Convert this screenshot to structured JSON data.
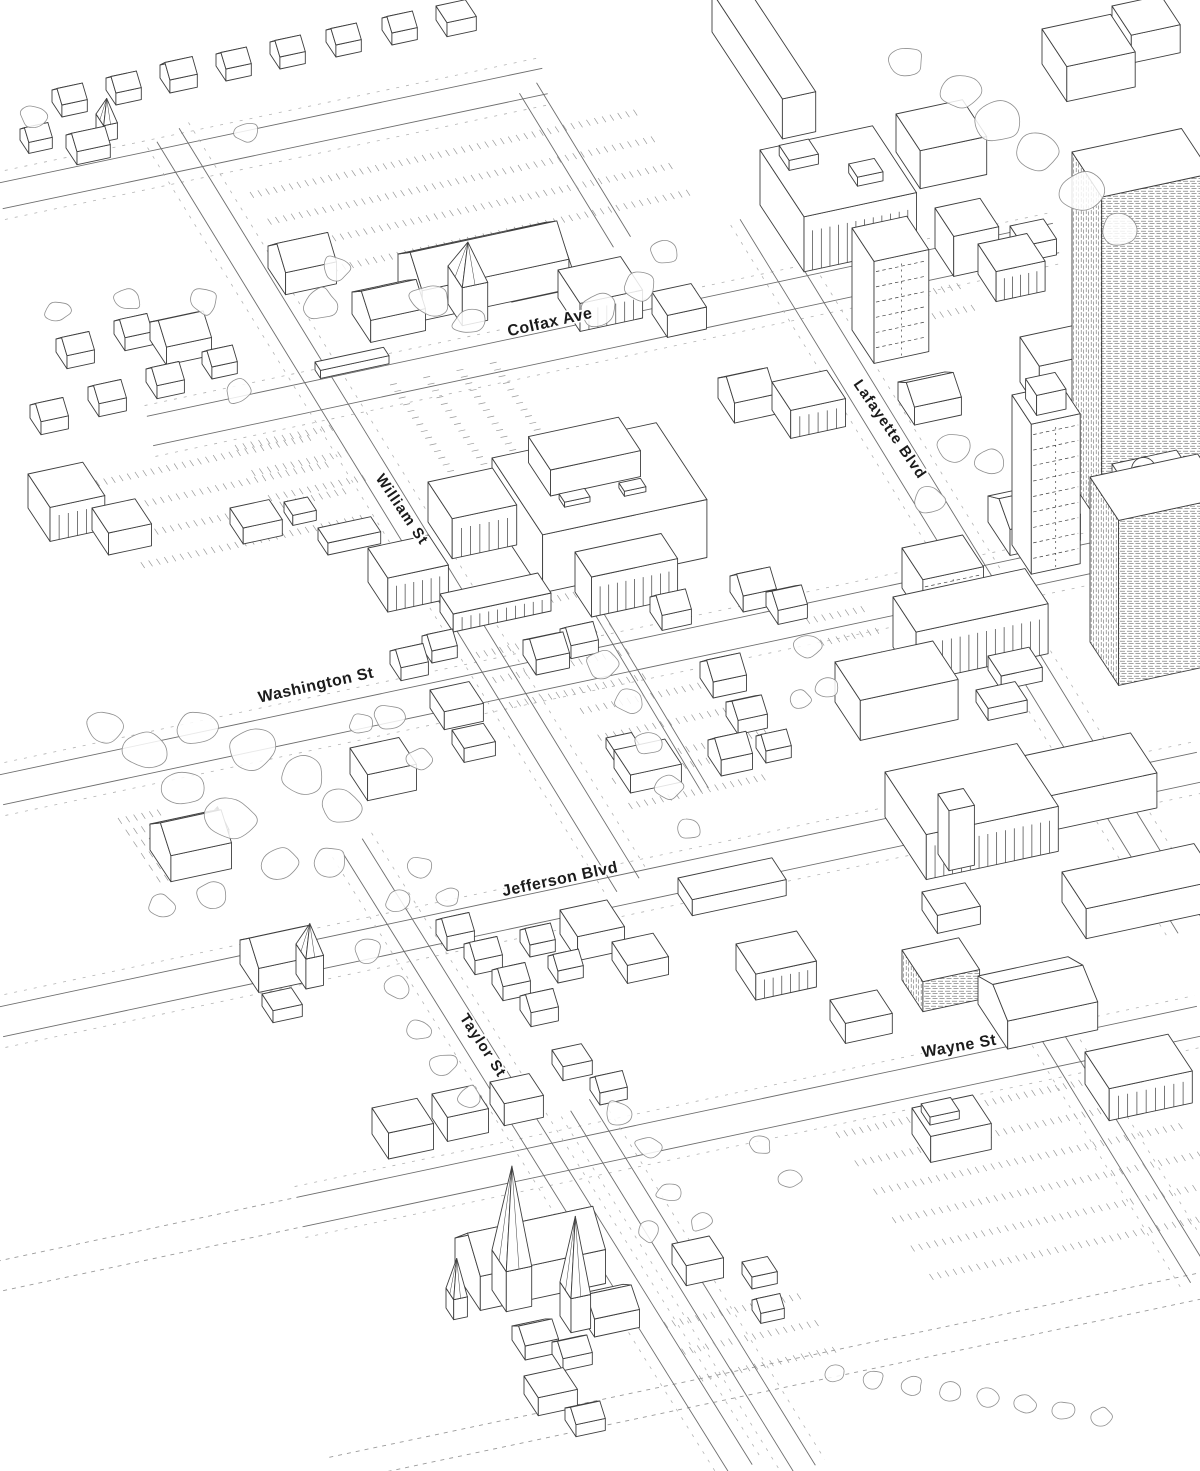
{
  "map": {
    "description": "Axonometric hand-drawn line illustration of a downtown city district",
    "background_color": "#ffffff",
    "ink_color": "#3f3f3f",
    "street_line_color": "#6e6e6e",
    "parking_mark_color": "#9a9a9a",
    "tree_line_color": "#8f8f8f",
    "streets": [
      {
        "name": "Colfax Ave",
        "orientation": "avenue"
      },
      {
        "name": "William St",
        "orientation": "cross-street"
      },
      {
        "name": "Lafayette Blvd",
        "orientation": "cross-street"
      },
      {
        "name": "Washington St",
        "orientation": "avenue"
      },
      {
        "name": "Jefferson Blvd",
        "orientation": "avenue"
      },
      {
        "name": "Taylor St",
        "orientation": "cross-street"
      },
      {
        "name": "Wayne St",
        "orientation": "avenue"
      }
    ]
  }
}
